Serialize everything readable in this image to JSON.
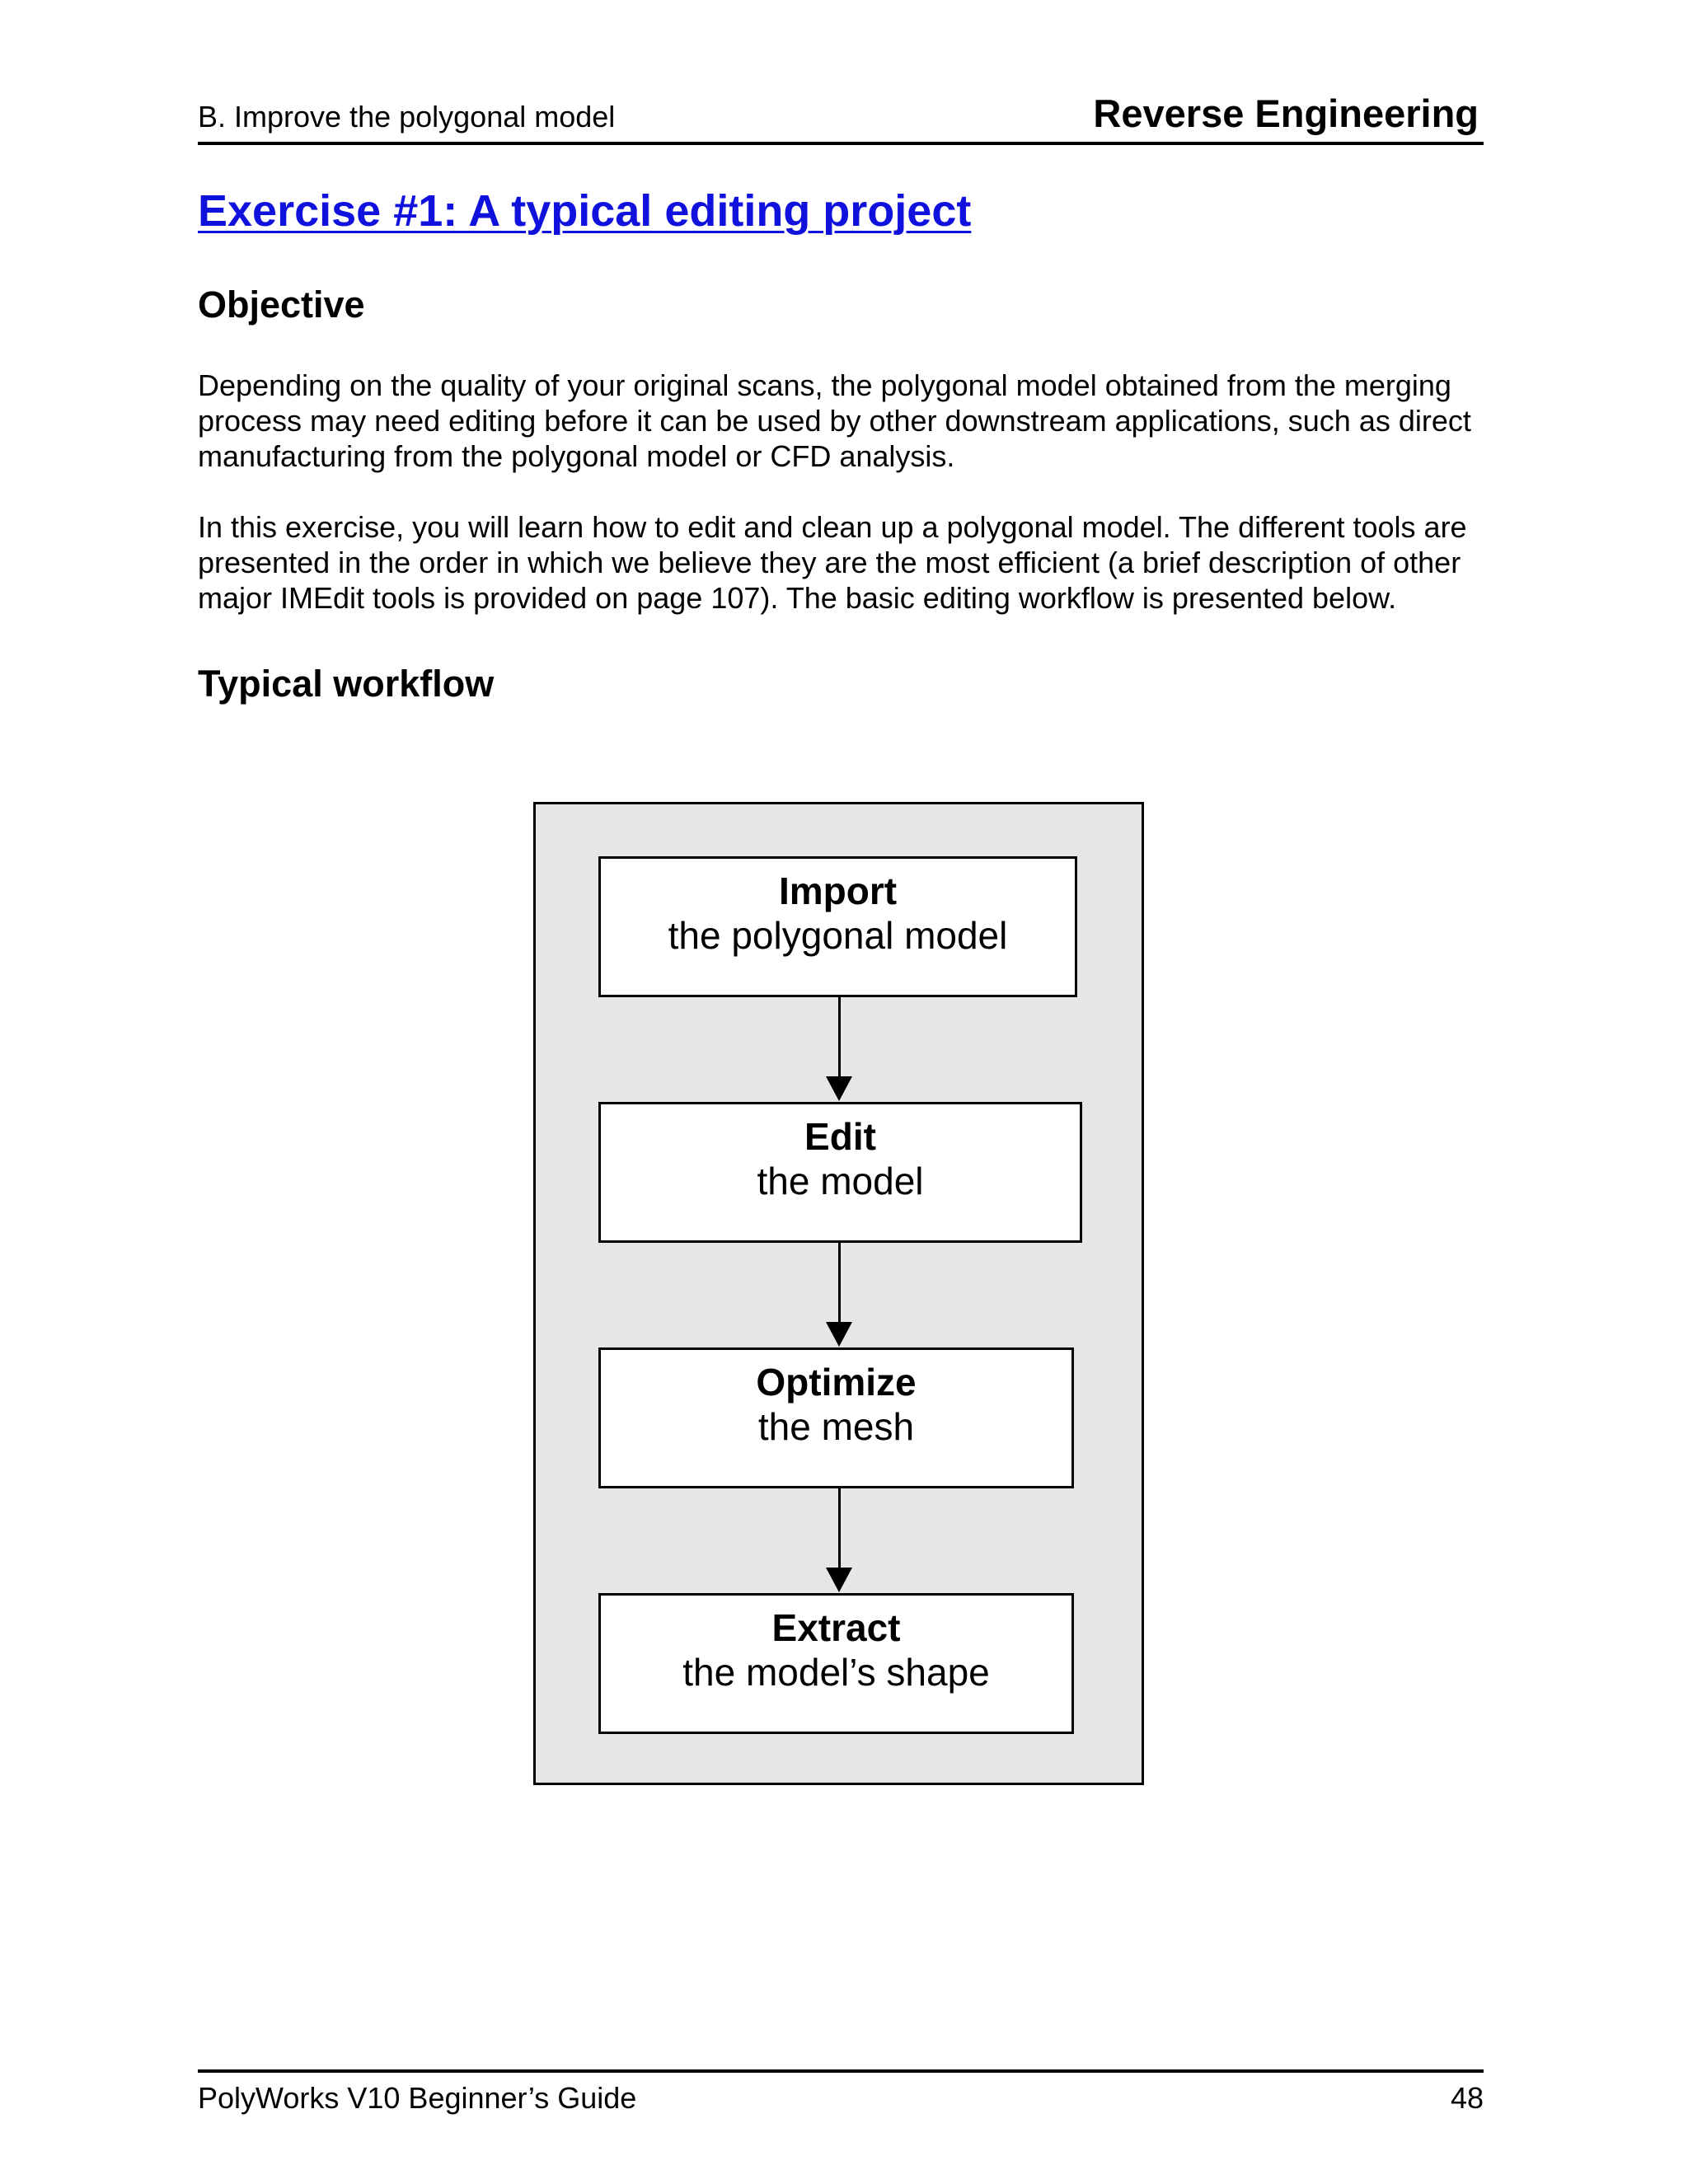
{
  "header": {
    "section": "B. Improve the polygonal model",
    "chapter": "Reverse Engineering"
  },
  "title": "Exercise #1: A typical editing project",
  "objective": {
    "heading": "Objective",
    "paragraph1": [
      "Depending on the quality of your original scans, the polygonal model obtained from the merging",
      "process may need editing before it can be used by other downstream applications, such as direct",
      "manufacturing from the polygonal model or CFD analysis."
    ],
    "paragraph2": [
      "In this exercise, you will learn how to edit and clean up a polygonal model. The different tools are",
      "presented in the order in which we believe they are the most efficient (a brief description of other",
      "major IMEdit tools is provided on page 107). The basic editing workflow is presented below."
    ]
  },
  "workflow": {
    "heading": "Typical workflow",
    "steps": [
      {
        "title": "Import",
        "subtitle": "the polygonal model"
      },
      {
        "title": "Edit",
        "subtitle": "the model"
      },
      {
        "title": "Optimize",
        "subtitle": "the mesh"
      },
      {
        "title": "Extract",
        "subtitle": "the model’s shape"
      }
    ]
  },
  "footer": {
    "guide": "PolyWorks V10 Beginner’s Guide",
    "page_number": "48"
  }
}
